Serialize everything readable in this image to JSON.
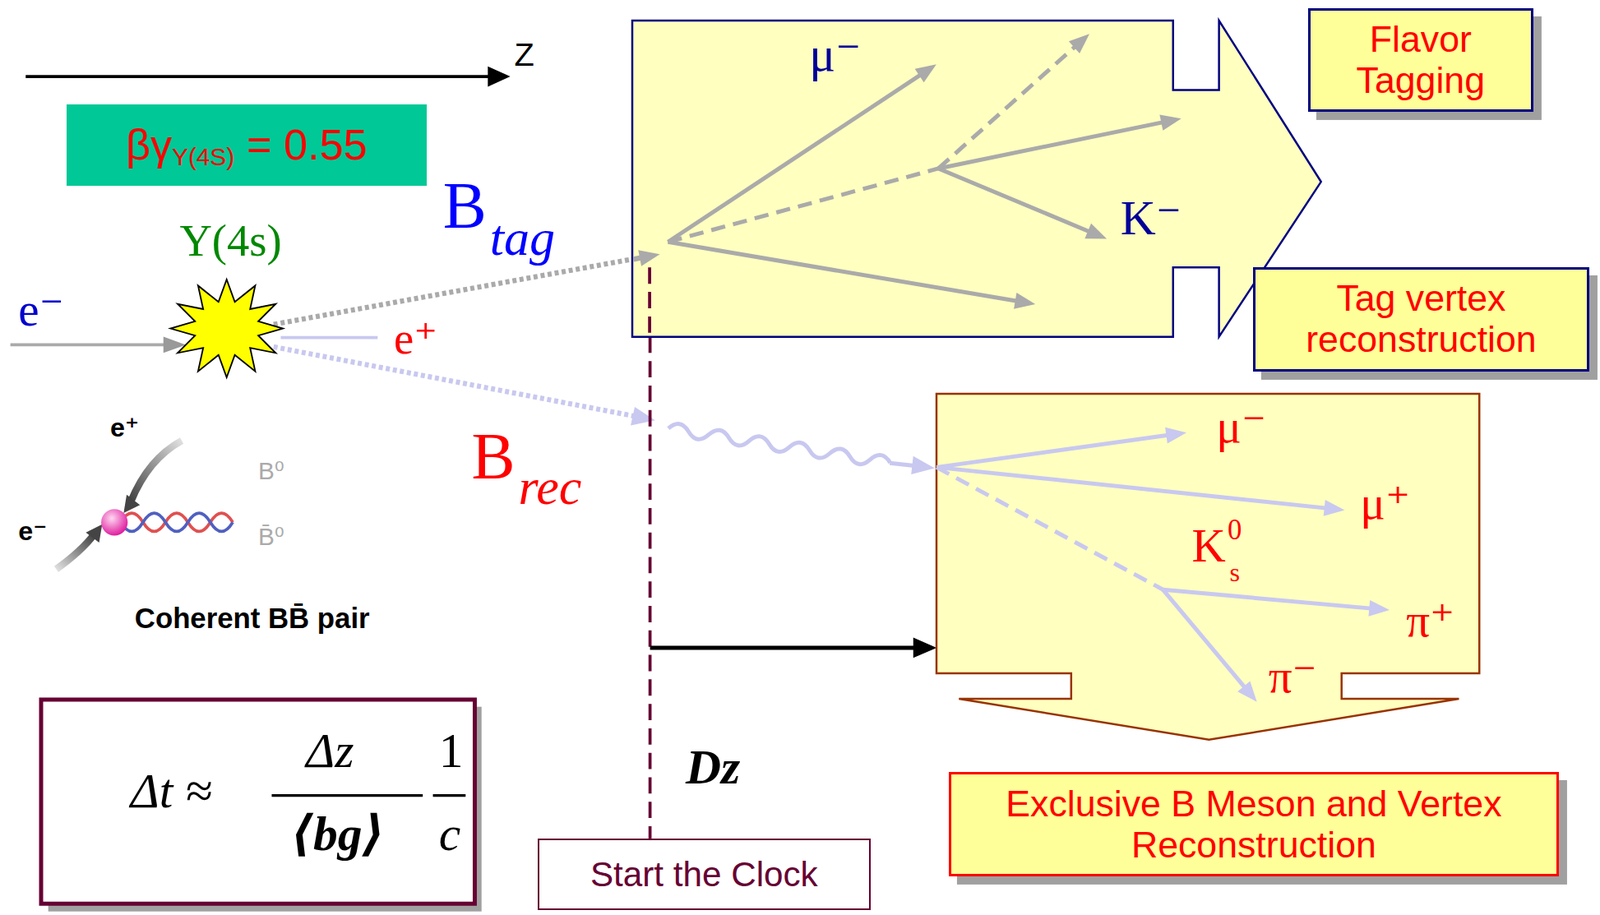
{
  "diagram": {
    "nodes": [
      {
        "text": [
          "βγ",
          "Y(4S)",
          "= 0.55"
        ]
      },
      {
        "text": [
          "μ⁻",
          "K⁻"
        ]
      },
      {
        "text": [
          "Flavor Tagging"
        ]
      },
      {
        "text": [
          "Tag vertex reconstruction"
        ]
      },
      {
        "text": [
          "μ⁻",
          "μ⁺",
          "K",
          "0",
          "s",
          "π⁺",
          "π⁻"
        ]
      },
      {
        "text": [
          "Exclusive B Meson and Vertex Reconstruction"
        ]
      },
      {
        "text": [
          "Δt ≈",
          "Δz",
          "⟨bg⟩",
          "1",
          "c"
        ]
      },
      {
        "text": [
          "Start the Clock"
        ]
      }
    ],
    "labels": [
      "Z",
      "Y(4s)",
      "e⁻",
      "e⁺",
      "B",
      "tag",
      "B",
      "rec",
      "e⁺",
      "e⁻",
      "B⁰",
      "B̄⁰",
      "Coherent BB̄ pair",
      "Dz"
    ]
  }
}
